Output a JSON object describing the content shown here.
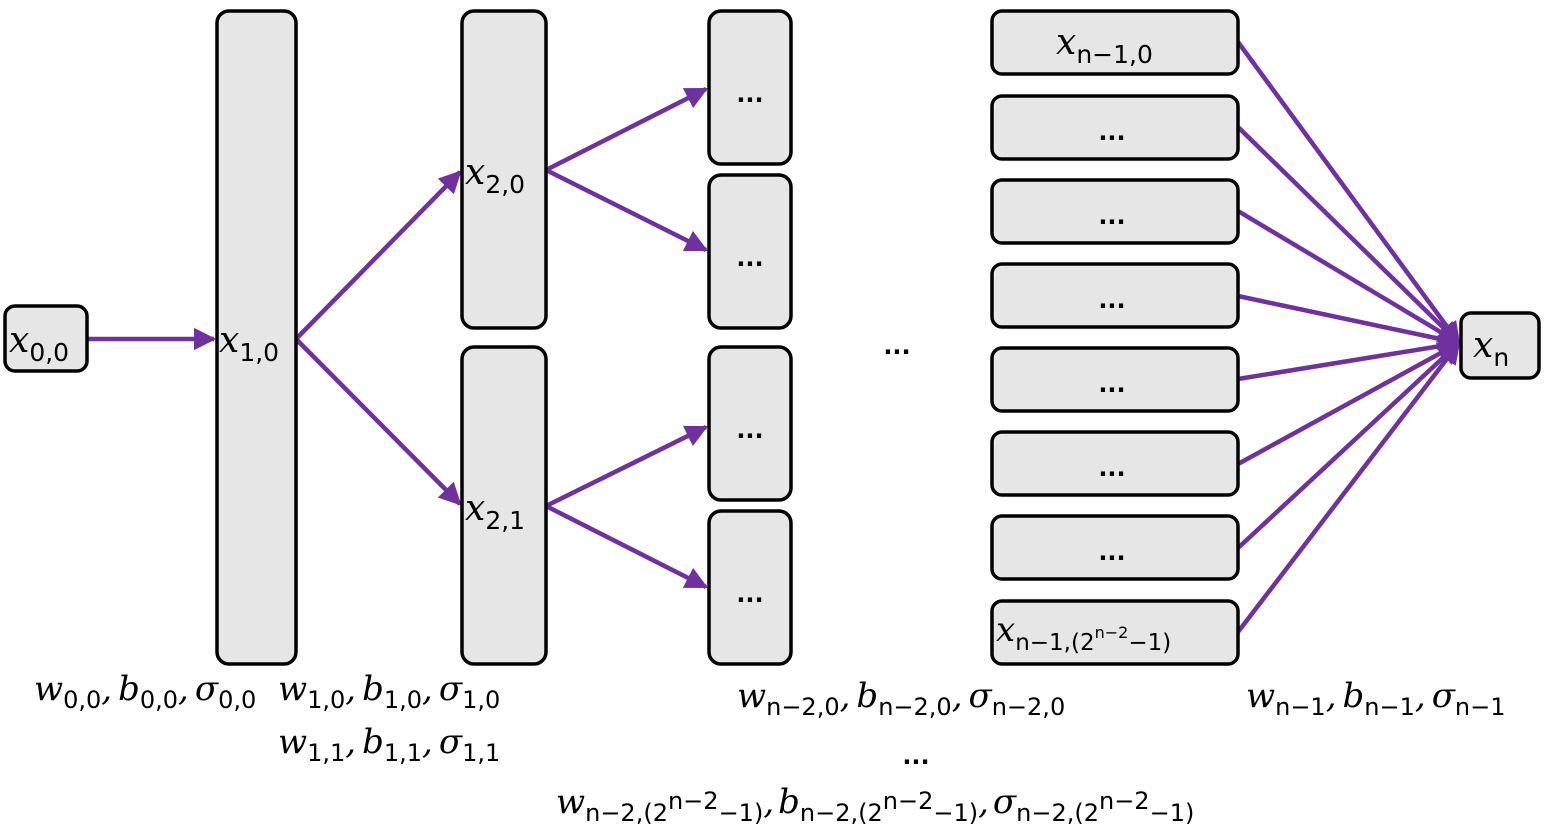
{
  "colors": {
    "edge": "#7030a0",
    "node_fill": "#e6e6e6",
    "node_stroke": "#000000"
  },
  "ellipsis": "...",
  "nodes": {
    "x00": {
      "var": "x",
      "sub": "0,0"
    },
    "x10": {
      "var": "x",
      "sub": "1,0"
    },
    "x20": {
      "var": "x",
      "sub": "2,0"
    },
    "x21": {
      "var": "x",
      "sub": "2,1"
    },
    "xn10": {
      "var": "x",
      "sub": "n−1,0"
    },
    "xnlast": {
      "var": "x",
      "sub": "n−1,(2",
      "sup": "n−2",
      "sub_tail": "−1)"
    },
    "xn": {
      "var": "x",
      "sub": "n"
    }
  },
  "params": {
    "layer0": {
      "w": "w",
      "w_sub": "0,0",
      "b": "b",
      "b_sub": "0,0",
      "s": "σ",
      "s_sub": "0,0"
    },
    "layer1_0": {
      "w": "w",
      "w_sub": "1,0",
      "b": "b",
      "b_sub": "1,0",
      "s": "σ",
      "s_sub": "1,0"
    },
    "layer1_1": {
      "w": "w",
      "w_sub": "1,1",
      "b": "b",
      "b_sub": "1,1",
      "s": "σ",
      "s_sub": "1,1"
    },
    "layer_n2_0": {
      "w": "w",
      "w_sub": "n−2,0",
      "b": "b",
      "b_sub": "n−2,0",
      "s": "σ",
      "s_sub": "n−2,0"
    },
    "layer_n2_last": {
      "w": "w",
      "b": "b",
      "s": "σ",
      "sub_head": "n−2,(2",
      "sup": "n−2",
      "sub_tail": "−1)"
    },
    "layer_n1": {
      "w": "w",
      "w_sub": "n−1",
      "b": "b",
      "b_sub": "n−1",
      "s": "σ",
      "s_sub": "n−1"
    }
  },
  "separators": {
    "comma": ","
  }
}
